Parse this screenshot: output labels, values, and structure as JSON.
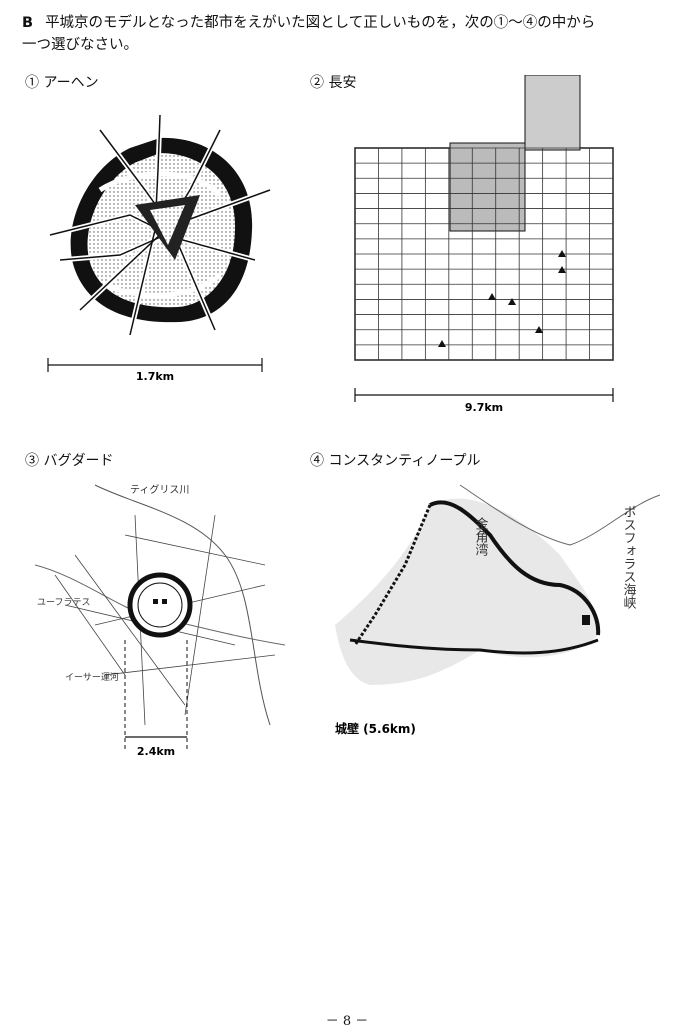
{
  "question": {
    "label": "B",
    "line1": "平城京のモデルとなった都市をえがいた図として正しいものを，次の①～④の中から",
    "line2": "一つ選びなさい。"
  },
  "maps": [
    {
      "caption": "① アーヘン",
      "scale": "1.7km"
    },
    {
      "caption": "② 長安",
      "scale": "9.7km"
    },
    {
      "caption": "③ バグダード",
      "scale": "2.4km",
      "labels": {
        "tigris": "ティグリス川",
        "euphrates": "ユーフラテス",
        "isa": "イーサー運河"
      }
    },
    {
      "caption": "④ コンスタンティノープル",
      "scale": "城壁 (5.6km)",
      "labels": {
        "golden_horn": "金角湾",
        "bosporus": "ボスフォラス海峡"
      }
    }
  ],
  "page_number": "－ 8 －"
}
